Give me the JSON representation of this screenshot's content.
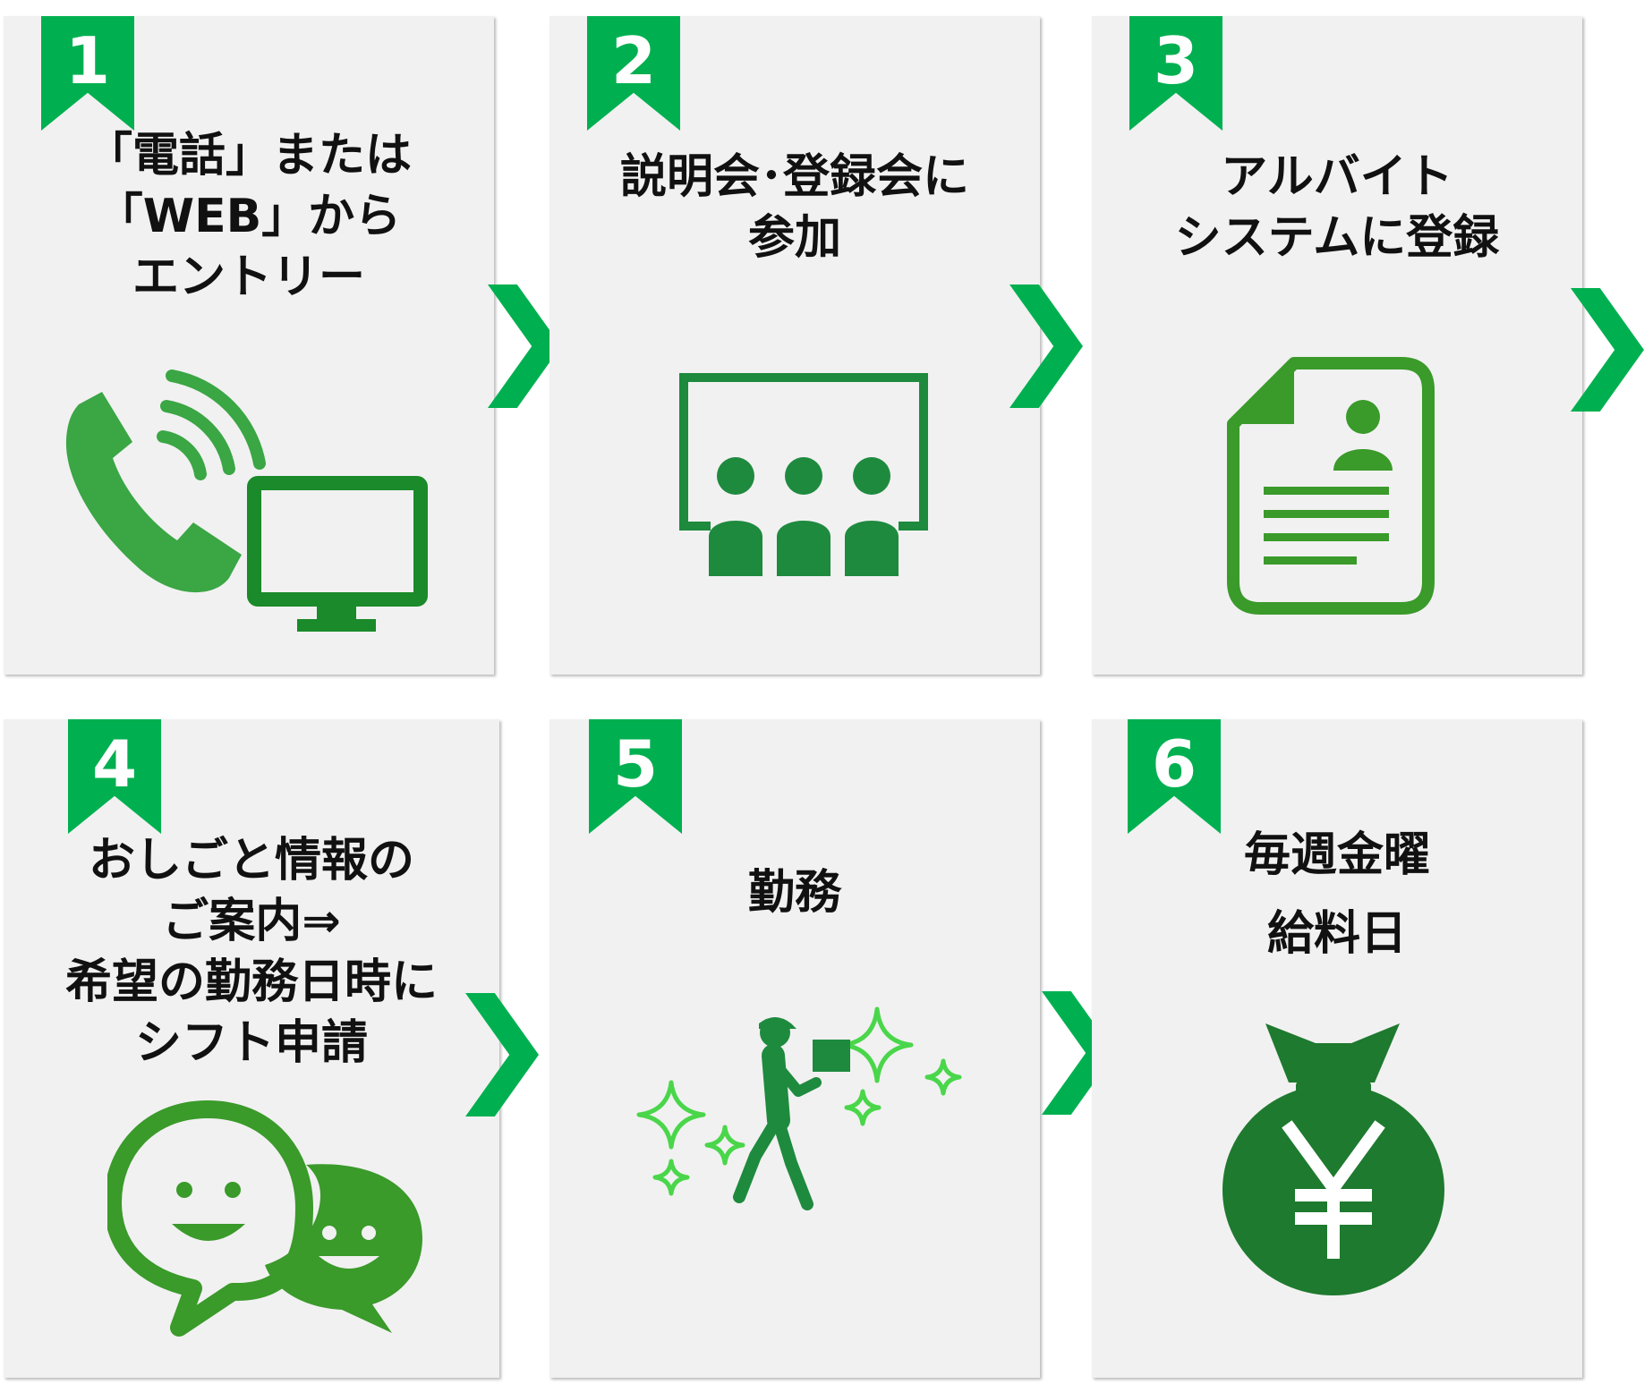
{
  "colors": {
    "accent": "#00b050",
    "icon_dark": "#1e8a3e",
    "icon_mid": "#2e9b3a",
    "icon_light": "#4ad64a",
    "card_bg": "#f1f1f1"
  },
  "steps": [
    {
      "number": "1",
      "lines": [
        "「電話」または",
        "「WEB」から",
        "エントリー"
      ],
      "icon": "phone-and-monitor-icon"
    },
    {
      "number": "2",
      "lines": [
        "説明会･登録会に",
        "参加"
      ],
      "icon": "seminar-audience-icon"
    },
    {
      "number": "3",
      "lines": [
        "アルバイト",
        "システムに登録"
      ],
      "icon": "profile-document-icon"
    },
    {
      "number": "4",
      "lines": [
        "おしごと情報の",
        "ご案内⇒",
        "希望の勤務日時に",
        "シフト申請"
      ],
      "icon": "chat-bubbles-icon"
    },
    {
      "number": "5",
      "lines": [
        "勤務"
      ],
      "icon": "delivery-worker-icon"
    },
    {
      "number": "6",
      "lines": [
        "毎週金曜",
        "給料日"
      ],
      "icon": "yen-money-bag-icon"
    }
  ],
  "flow_arrow_icon": "chevron-right-icon"
}
